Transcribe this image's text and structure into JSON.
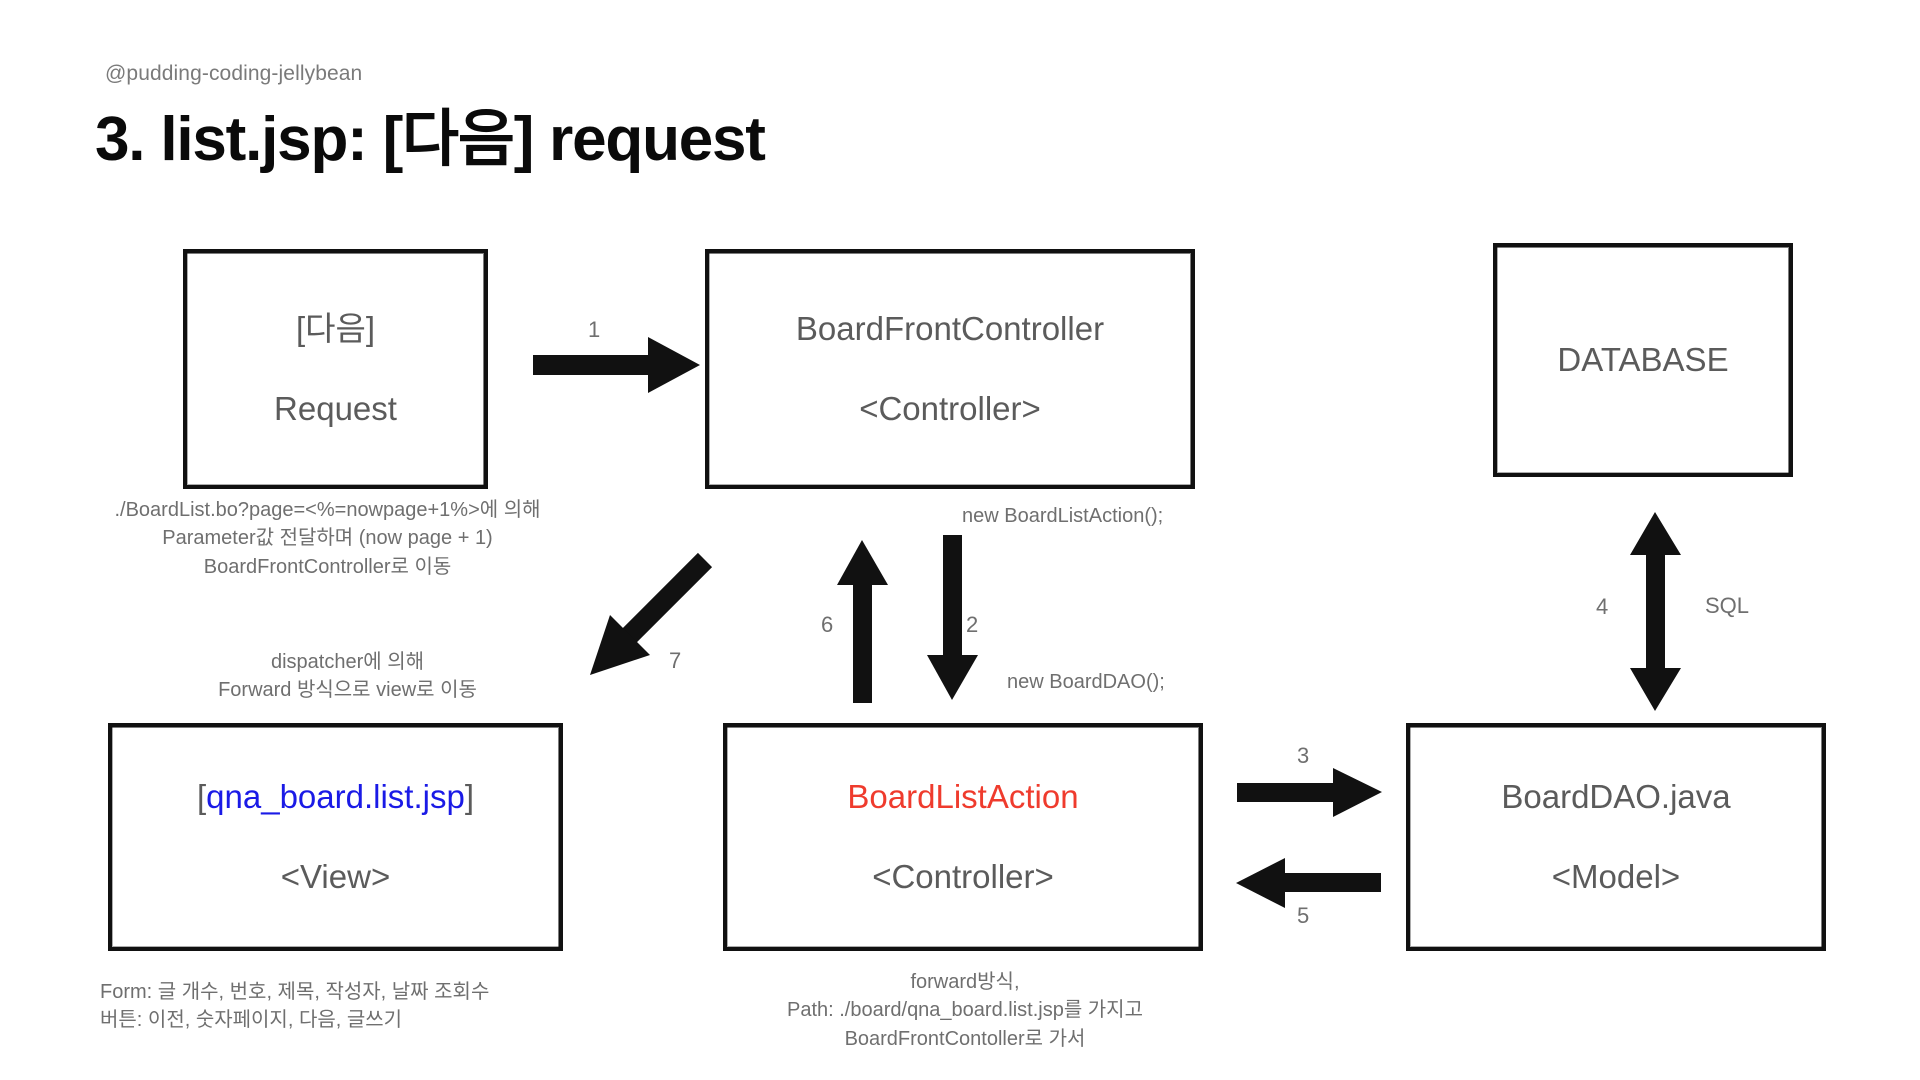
{
  "header": {
    "handle": "@pudding-coding-jellybean",
    "title": "3. list.jsp: [다음] request"
  },
  "boxes": [
    {
      "id": "request-box",
      "line1": "[다음]",
      "line2": "Request"
    },
    {
      "id": "front-controller-box",
      "line1": "BoardFrontController",
      "line2": "<Controller>"
    },
    {
      "id": "database-box",
      "line1": "DATABASE"
    },
    {
      "id": "view-box",
      "line1_open": "[",
      "line1_inner": "qna_board.list.jsp",
      "line1_close": "]",
      "line2": "<View>"
    },
    {
      "id": "action-box",
      "line1": "BoardListAction",
      "line2": "<Controller>"
    },
    {
      "id": "dao-box",
      "line1": "BoardDAO.java",
      "line2": "<Model>"
    }
  ],
  "notes": {
    "request_note": "./BoardList.bo?page=<%=nowpage+1%>에 의해\nParameter값 전달하며 (now page + 1)\nBoardFrontController로 이동",
    "dispatcher_note": "dispatcher에 의해\nForward 방식으로 view로 이동",
    "new_board_list_action": "new BoardListAction();",
    "new_board_dao": "new BoardDAO();",
    "view_form_note": "Form: 글 개수, 번호, 제목, 작성자, 날짜 조회수\n버튼: 이전, 숫자페이지, 다음, 글쓰기",
    "action_forward_note": "forward방식,\nPath: ./board/qna_board.list.jsp를 가지고\nBoardFrontContoller로 가서"
  },
  "arrow_labels": {
    "step1": "1",
    "step2": "2",
    "step3": "3",
    "step4": "4",
    "step5": "5",
    "step6": "6",
    "step7": "7",
    "sql": "SQL"
  },
  "colors": {
    "accent_red": "#ef3b2d",
    "accent_blue": "#1a1ae6",
    "text_gray": "#5b5b5b",
    "note_gray": "#6f6f6f",
    "stroke_black": "#111111",
    "background": "#ffffff"
  }
}
